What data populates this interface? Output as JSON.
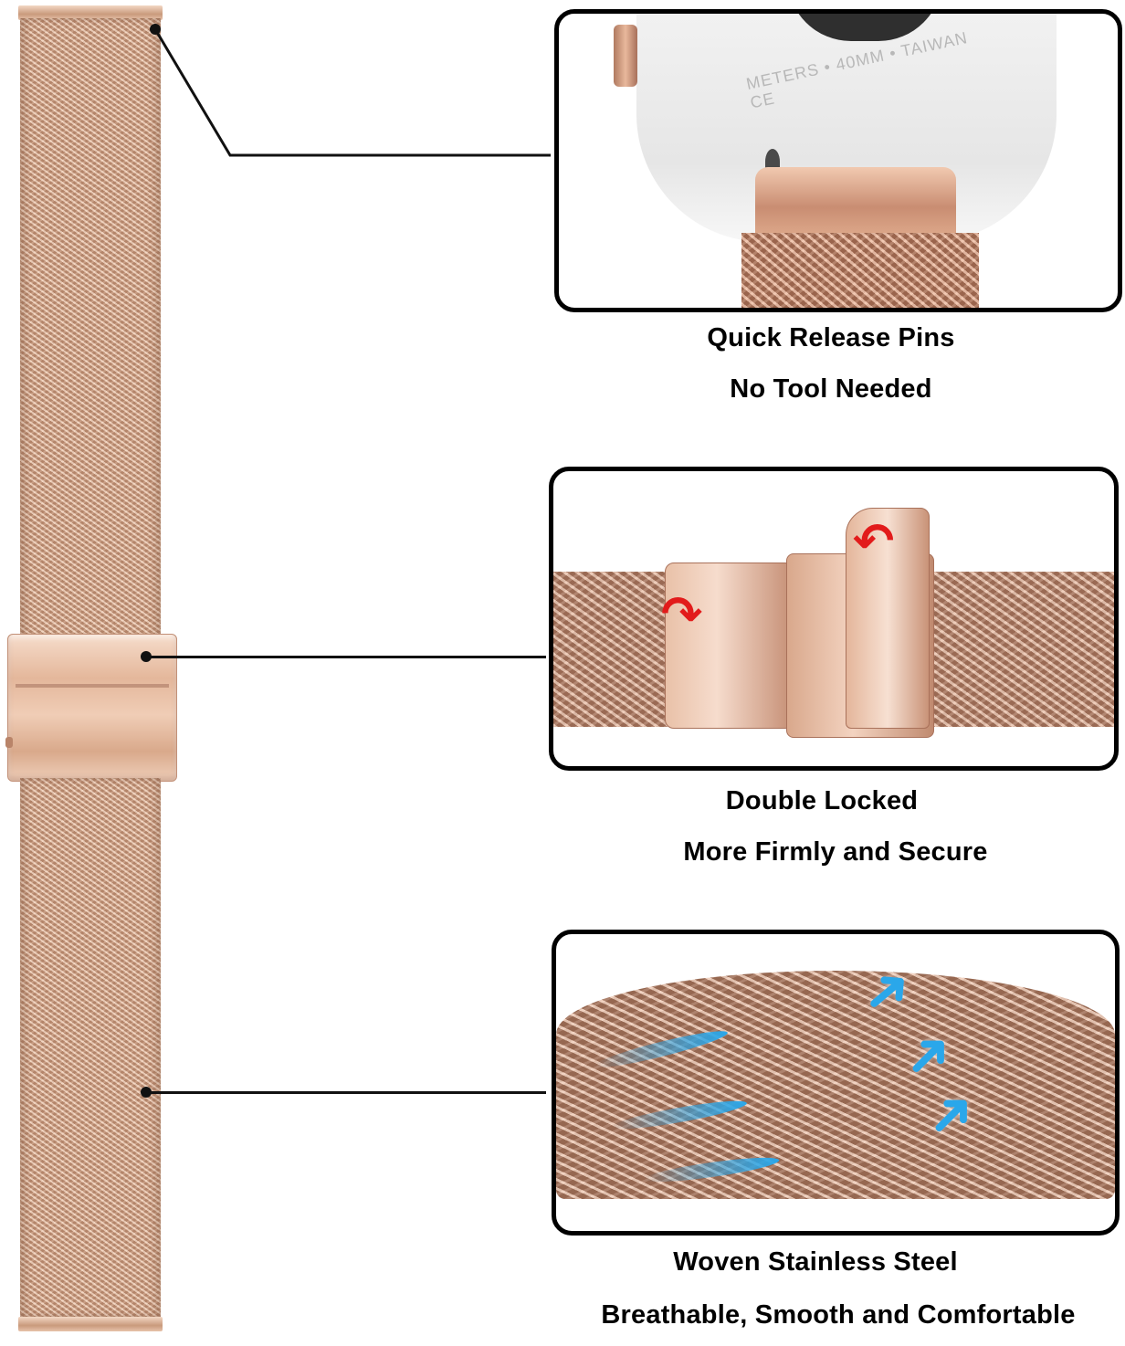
{
  "features": [
    {
      "line1": "Quick Release Pins",
      "line2": "No Tool Needed"
    },
    {
      "line1": "Double Locked",
      "line2": "More Firmly and Secure"
    },
    {
      "line1": "Woven Stainless Steel",
      "line2": "Breathable, Smooth and Comfortable"
    }
  ],
  "watch_back_text": "METERS • 40MM • TAIWAN",
  "ce_mark": "CE",
  "colors": {
    "rose_gold": "#d6a98c",
    "outline": "#000000",
    "arrow_red": "#e21b1b",
    "arrow_blue": "#2aa7ea"
  },
  "icons": [
    "curved-arrow-red-icon",
    "airflow-arrow-blue-icon"
  ]
}
